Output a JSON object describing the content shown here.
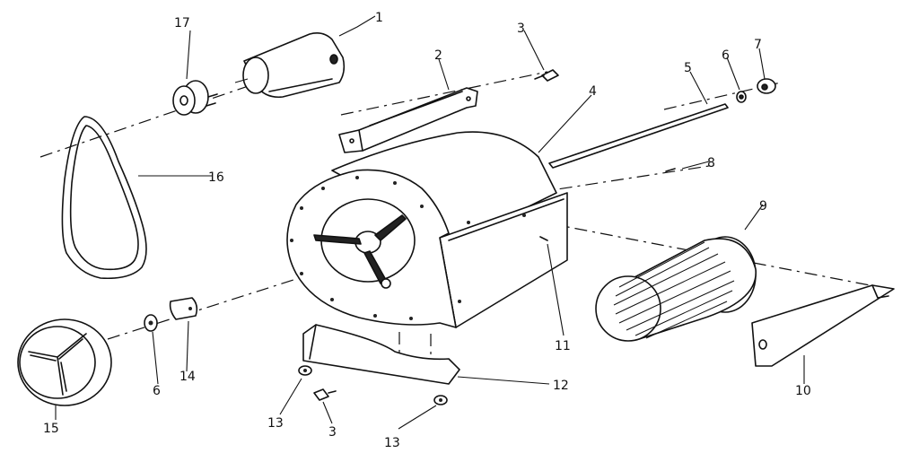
{
  "diagram": {
    "callouts": {
      "c1": "1",
      "c2": "2",
      "c3a": "3",
      "c3b": "3",
      "c4": "4",
      "c5": "5",
      "c6a": "6",
      "c6b": "6",
      "c7": "7",
      "c8": "8",
      "c9": "9",
      "c10": "10",
      "c11": "11",
      "c12": "12",
      "c13a": "13",
      "c13b": "13",
      "c14": "14",
      "c15": "15",
      "c16": "16",
      "c17": "17"
    }
  }
}
